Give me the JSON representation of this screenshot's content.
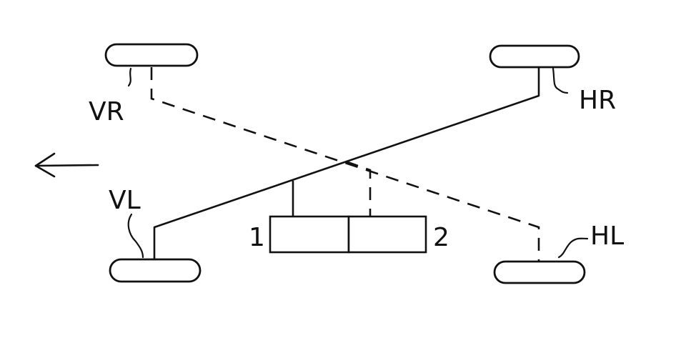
{
  "labels": {
    "front_right": "VR",
    "rear_right": "HR",
    "front_left": "VL",
    "rear_left": "HL",
    "unit_1": "1",
    "unit_2": "2"
  },
  "direction_arrow": "left",
  "colors": {
    "ink": "#111111",
    "background": "#ffffff"
  }
}
